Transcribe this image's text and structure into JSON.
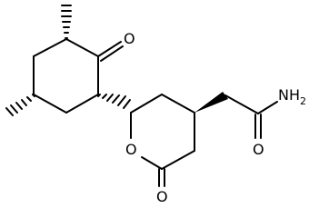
{
  "molecule": {
    "atom_labels": {
      "ketone_oxygen": "O",
      "ring_oxygen": "O",
      "lactone_oxygen": "O",
      "amide_nitrogen": "NH",
      "amide_nitrogen_h_count": "2",
      "amide_oxygen": "O"
    }
  }
}
